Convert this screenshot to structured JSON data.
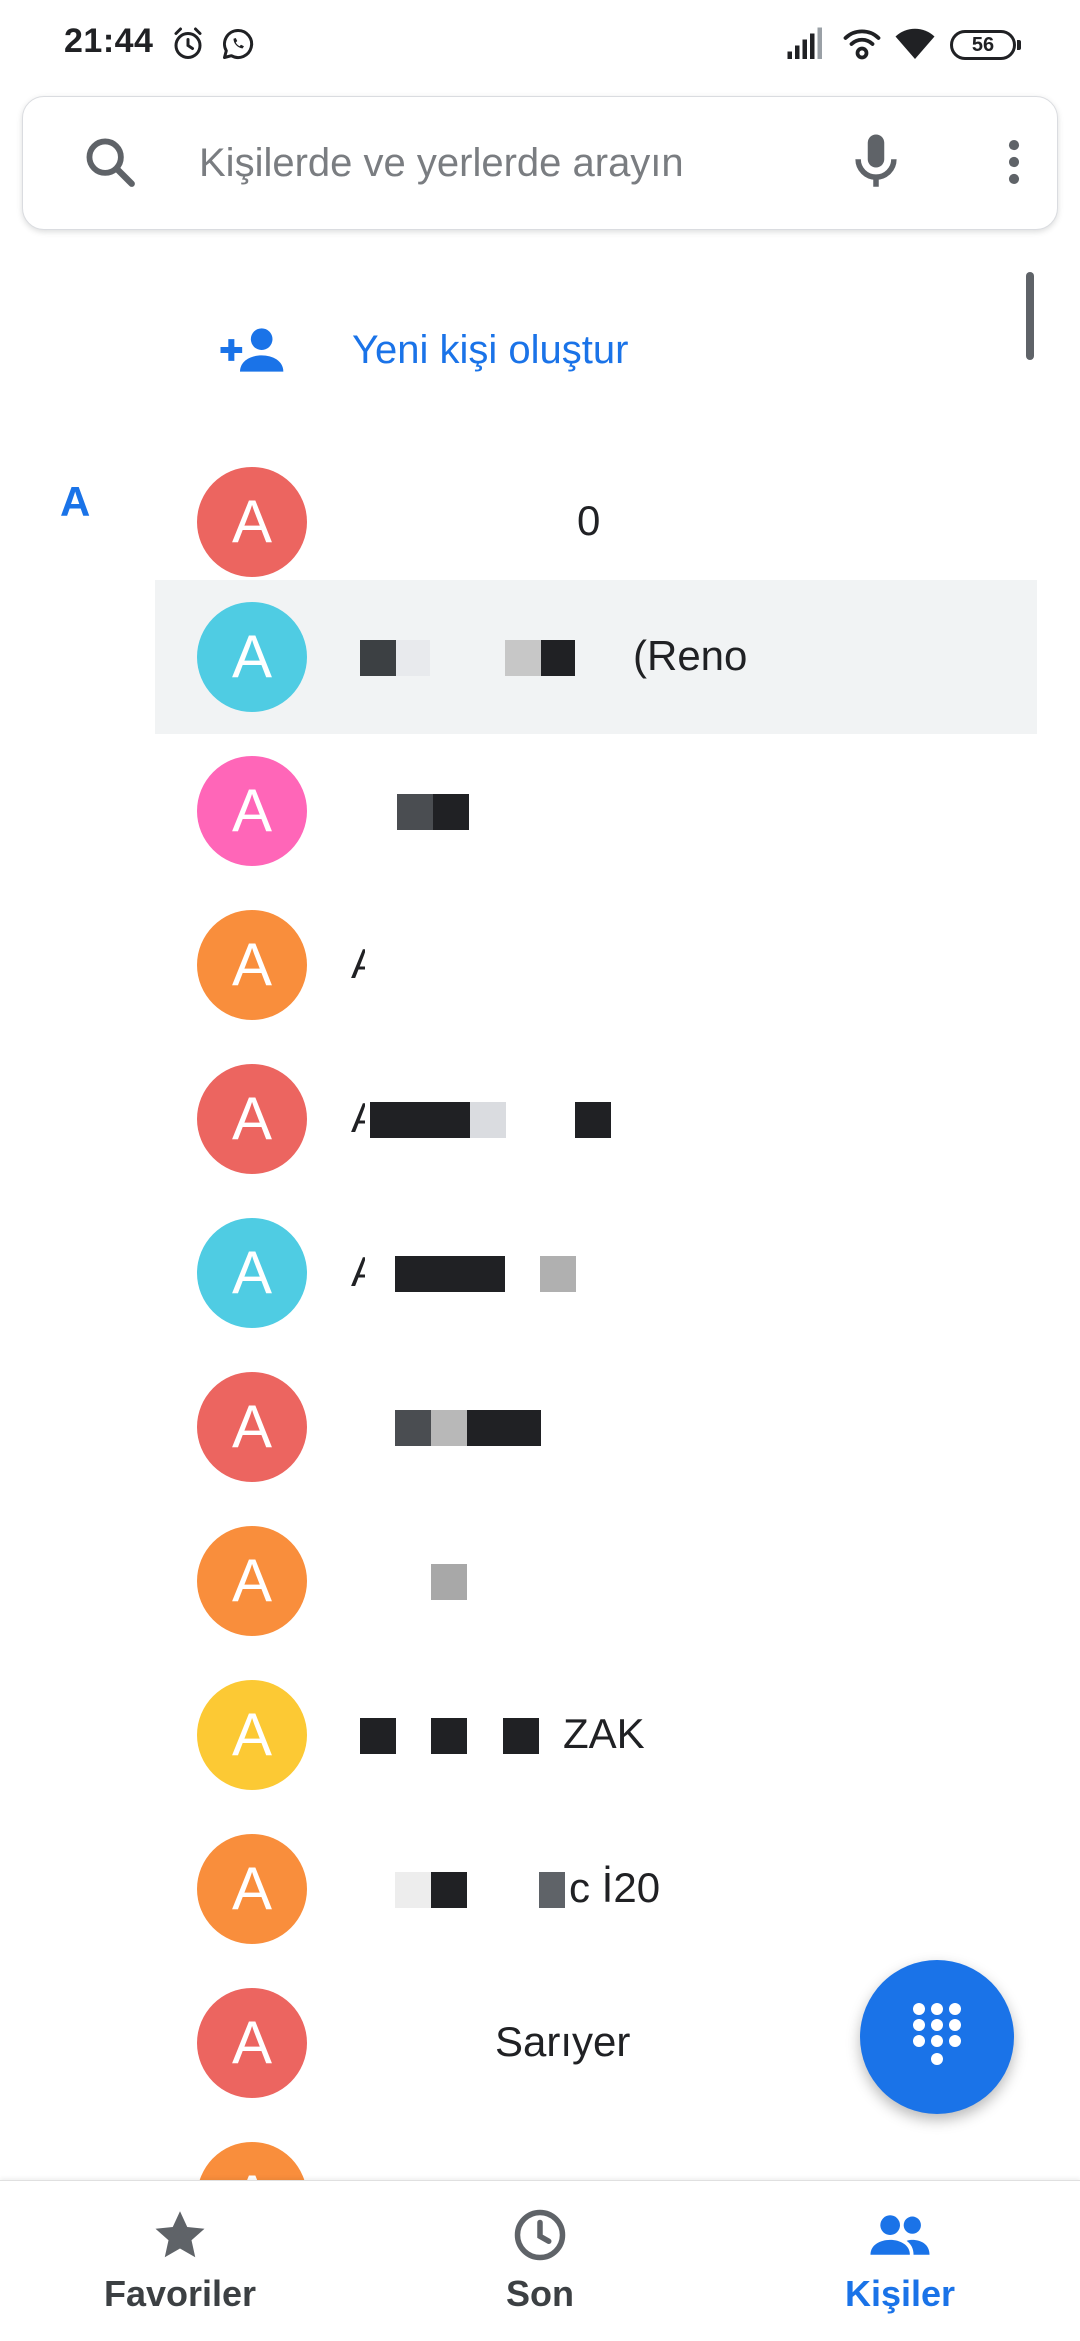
{
  "status_bar": {
    "time": "21:44",
    "battery": "56",
    "icons": [
      "alarm-icon",
      "whatsapp-icon",
      "signal-icon",
      "wifi-hotspot-icon",
      "wifi-icon"
    ]
  },
  "search": {
    "placeholder": "Kişilerde ve yerlerde arayın",
    "icons": [
      "search-icon",
      "mic-icon",
      "more-vert-icon"
    ]
  },
  "create_contact": {
    "label": "Yeni kişi oluştur",
    "icon": "person-add-icon"
  },
  "section": {
    "letter": "A"
  },
  "contacts": [
    {
      "initial": "A",
      "name": "0",
      "color": "#ec6560"
    },
    {
      "initial": "A",
      "name": "(Reno",
      "color": "#4fcce3",
      "selected": true
    },
    {
      "initial": "A",
      "name": "",
      "color": "#ff66b8"
    },
    {
      "initial": "A",
      "name": "A",
      "color": "#f98e3c"
    },
    {
      "initial": "A",
      "name": "A",
      "color": "#ec6560"
    },
    {
      "initial": "A",
      "name": "A",
      "color": "#4fcce3"
    },
    {
      "initial": "A",
      "name": "",
      "color": "#ec6560"
    },
    {
      "initial": "A",
      "name": "",
      "color": "#f98e3c"
    },
    {
      "initial": "A",
      "name": "ZAK",
      "color": "#fcc934"
    },
    {
      "initial": "A",
      "name": "c İ20",
      "color": "#f98e3c"
    },
    {
      "initial": "A",
      "name": "Sarıyer",
      "color": "#ec6560"
    },
    {
      "initial": "A",
      "name": "",
      "color": "#f98e3c"
    }
  ],
  "fab": {
    "icon": "dialpad-icon"
  },
  "bottom_nav": {
    "items": [
      {
        "label": "Favoriler",
        "icon": "star-icon"
      },
      {
        "label": "Son",
        "icon": "clock-icon"
      },
      {
        "label": "Kişiler",
        "icon": "people-icon",
        "active": true
      }
    ]
  },
  "colors": {
    "accent": "#1a73e8",
    "selected_row": "#f1f3f4"
  }
}
